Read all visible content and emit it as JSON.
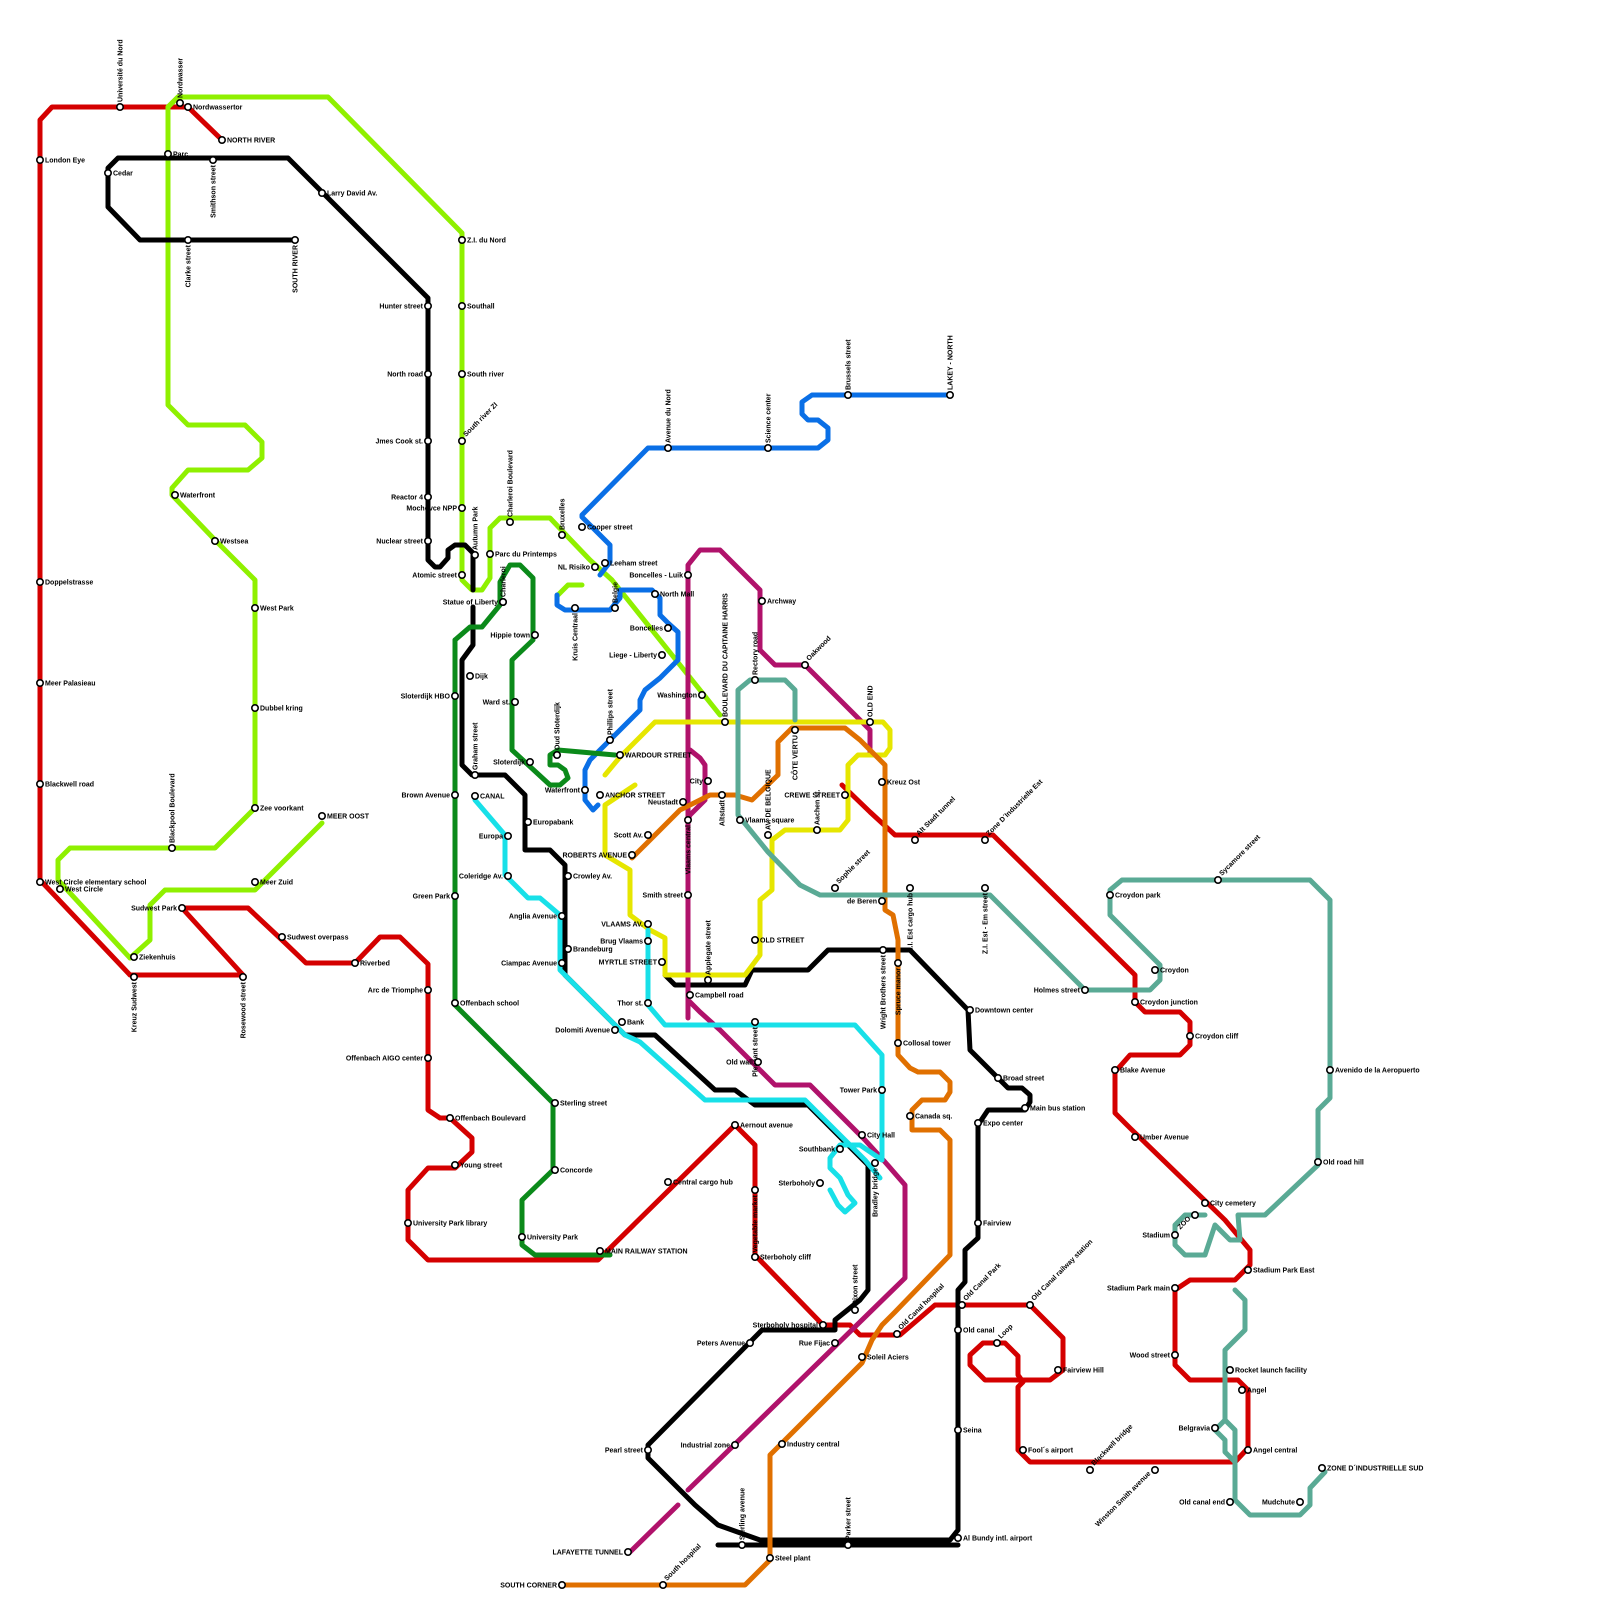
{
  "lines": [
    {
      "id": "red",
      "color": "#d40000"
    },
    {
      "id": "lime",
      "color": "#8ff000"
    },
    {
      "id": "black",
      "color": "#000000"
    },
    {
      "id": "blue",
      "color": "#0a6fe6"
    },
    {
      "id": "green",
      "color": "#0b8a1a"
    },
    {
      "id": "magenta",
      "color": "#b0126b"
    },
    {
      "id": "yellow",
      "color": "#e6e600"
    },
    {
      "id": "orange",
      "color": "#e07000"
    },
    {
      "id": "teal",
      "color": "#5aaa95"
    },
    {
      "id": "cyan",
      "color": "#18e0e8"
    }
  ],
  "stations": [
    {
      "name": "Université du Nord"
    },
    {
      "name": "Nordwasser"
    },
    {
      "name": "Nordwassertor"
    },
    {
      "name": "NORTH RIVER"
    },
    {
      "name": "London Eye"
    },
    {
      "name": "Parc"
    },
    {
      "name": "Cedar"
    },
    {
      "name": "Smithson street"
    },
    {
      "name": "Larry David Av."
    },
    {
      "name": "Clarke street"
    },
    {
      "name": "SOUTH RIVER"
    },
    {
      "name": "Z.I. du Nord"
    },
    {
      "name": "Hunter street"
    },
    {
      "name": "Southall"
    },
    {
      "name": "North road"
    },
    {
      "name": "South river"
    },
    {
      "name": "Jmes Cook st."
    },
    {
      "name": "South river ZI"
    },
    {
      "name": "Reactor 4"
    },
    {
      "name": "Mochovce NPP"
    },
    {
      "name": "Nuclear street"
    },
    {
      "name": "Autumn Park"
    },
    {
      "name": "Atomic street"
    },
    {
      "name": "Statue of Liberty"
    },
    {
      "name": "Waterfront"
    },
    {
      "name": "Westsea"
    },
    {
      "name": "Doppelstrasse"
    },
    {
      "name": "West Park"
    },
    {
      "name": "Meer Palasieau"
    },
    {
      "name": "Dubbel kring"
    },
    {
      "name": "Blackwell road"
    },
    {
      "name": "Blackpool Boulevard"
    },
    {
      "name": "Zee voorkant"
    },
    {
      "name": "MEER OOST"
    },
    {
      "name": "West Circle elementary school"
    },
    {
      "name": "West Circle"
    },
    {
      "name": "Meer Zuid"
    },
    {
      "name": "Sudwest Park"
    },
    {
      "name": "Sudwest overpass"
    },
    {
      "name": "Ziekenhuis"
    },
    {
      "name": "Kreuz Sudwest"
    },
    {
      "name": "Rosewood street"
    },
    {
      "name": "Riverbed"
    },
    {
      "name": "Arc de Triomphe"
    },
    {
      "name": "Offenbach AIGO center"
    },
    {
      "name": "Offenbach Boulevard"
    },
    {
      "name": "Young street"
    },
    {
      "name": "University Park library"
    },
    {
      "name": "Charleroi Boulevard"
    },
    {
      "name": "Bruxelles"
    },
    {
      "name": "Parc du Printemps"
    },
    {
      "name": "Charleroi"
    },
    {
      "name": "Hippie town"
    },
    {
      "name": "Dijk"
    },
    {
      "name": "Sloterdijk HBO"
    },
    {
      "name": "Ward st."
    },
    {
      "name": "Graham street"
    },
    {
      "name": "Sloterdijk"
    },
    {
      "name": "Oud Sloterdijk"
    },
    {
      "name": "Brown Avenue"
    },
    {
      "name": "CANAL"
    },
    {
      "name": "Europabank"
    },
    {
      "name": "Europa"
    },
    {
      "name": "Coleridge Av."
    },
    {
      "name": "Crowley Av."
    },
    {
      "name": "Green Park"
    },
    {
      "name": "Anglia Avenue"
    },
    {
      "name": "Brandeburg"
    },
    {
      "name": "Ciampac Avenue"
    },
    {
      "name": "Offenbach school"
    },
    {
      "name": "Sterling street"
    },
    {
      "name": "Concorde"
    },
    {
      "name": "University Park"
    },
    {
      "name": "MAIN RAILWAY STATION"
    },
    {
      "name": "Central cargo hub"
    },
    {
      "name": "Cooper street"
    },
    {
      "name": "NL Risiko"
    },
    {
      "name": "Leeham street"
    },
    {
      "name": "Avenue du Nord"
    },
    {
      "name": "Science center"
    },
    {
      "name": "Brussels street"
    },
    {
      "name": "LAKEY - NORTH"
    },
    {
      "name": "Kruis Centraal"
    },
    {
      "name": "Belgie"
    },
    {
      "name": "North Mall"
    },
    {
      "name": "Boncelles"
    },
    {
      "name": "Liege - Liberty"
    },
    {
      "name": "Boncelles - Luik"
    },
    {
      "name": "Archway"
    },
    {
      "name": "Rectory road"
    },
    {
      "name": "Oakwood"
    },
    {
      "name": "OLD END"
    },
    {
      "name": "Washington"
    },
    {
      "name": "BOULEVARD DU CAPITAINE HARRIS"
    },
    {
      "name": "CÔTE VERTU"
    },
    {
      "name": "Phillips street"
    },
    {
      "name": "WARDOUR STREET"
    },
    {
      "name": "Waterfront"
    },
    {
      "name": "ANCHOR STREET"
    },
    {
      "name": "Neustadt"
    },
    {
      "name": "City"
    },
    {
      "name": "Altstadt"
    },
    {
      "name": "CREWE STREET"
    },
    {
      "name": "Kreuz Ost"
    },
    {
      "name": "Vlaams square"
    },
    {
      "name": "Aachen st."
    },
    {
      "name": "Alt Stadt tunnel"
    },
    {
      "name": "Zone D´Industrielle Est"
    },
    {
      "name": "Scott Av."
    },
    {
      "name": "ROBERTS AVENUE"
    },
    {
      "name": "Vlaams central"
    },
    {
      "name": "AV. DE BELGIQUE"
    },
    {
      "name": "Sophie street"
    },
    {
      "name": "Z.I. Est cargo hub"
    },
    {
      "name": "Z.I. Est - Em street"
    },
    {
      "name": "de Beren"
    },
    {
      "name": "Smith street"
    },
    {
      "name": "VLAAMS AV."
    },
    {
      "name": "Brug Vlaams"
    },
    {
      "name": "OLD STREET"
    },
    {
      "name": "Applegate street"
    },
    {
      "name": "MYRTLE STREET"
    },
    {
      "name": "Campbell road"
    },
    {
      "name": "Wright Brothers street"
    },
    {
      "name": "Spruce manor"
    },
    {
      "name": "Thor st."
    },
    {
      "name": "Bank"
    },
    {
      "name": "Dolomiti Avenue"
    },
    {
      "name": "Pleasant street"
    },
    {
      "name": "Old wall"
    },
    {
      "name": "Downtown center"
    },
    {
      "name": "Collosal tower"
    },
    {
      "name": "Broad street"
    },
    {
      "name": "Tower Park"
    },
    {
      "name": "Main bus station"
    },
    {
      "name": "Canada sq."
    },
    {
      "name": "Expo center"
    },
    {
      "name": "City Hall"
    },
    {
      "name": "Southbank"
    },
    {
      "name": "Sterboholy"
    },
    {
      "name": "Bradley bridge"
    },
    {
      "name": "Aernout avenue"
    },
    {
      "name": "Vegetable market"
    },
    {
      "name": "Sterboholy cliff"
    },
    {
      "name": "Fairview"
    },
    {
      "name": "Dixon street"
    },
    {
      "name": "Sterboholy hospital"
    },
    {
      "name": "Old Canal hospital"
    },
    {
      "name": "Old Canal Park"
    },
    {
      "name": "Old Canal railway station"
    },
    {
      "name": "Peters Avenue"
    },
    {
      "name": "Rue Fijac"
    },
    {
      "name": "Soleil Aciers"
    },
    {
      "name": "Old canal"
    },
    {
      "name": "Loop"
    },
    {
      "name": "Fairview Hill"
    },
    {
      "name": "Pearl street"
    },
    {
      "name": "Industrial zone"
    },
    {
      "name": "Industry central"
    },
    {
      "name": "Seina"
    },
    {
      "name": "Fool´s airport"
    },
    {
      "name": "Blackwell bridge"
    },
    {
      "name": "Winston Smith avenue"
    },
    {
      "name": "Sterling avenue"
    },
    {
      "name": "Parker street"
    },
    {
      "name": "Al Bundy intl. airport"
    },
    {
      "name": "LAFAYETTE TUNNEL"
    },
    {
      "name": "Steel plant"
    },
    {
      "name": "South hospital"
    },
    {
      "name": "SOUTH CORNER"
    },
    {
      "name": "Sycamore street"
    },
    {
      "name": "Croydon park"
    },
    {
      "name": "Croydon"
    },
    {
      "name": "Holmes street"
    },
    {
      "name": "Croydon junction"
    },
    {
      "name": "Croydon cliff"
    },
    {
      "name": "Blake Avenue"
    },
    {
      "name": "Avenido de la Aeropuerto"
    },
    {
      "name": "Umber Avenue"
    },
    {
      "name": "Old road hill"
    },
    {
      "name": "City cemetery"
    },
    {
      "name": "ZOO"
    },
    {
      "name": "Stadium"
    },
    {
      "name": "Stadium Park East"
    },
    {
      "name": "Stadium Park main"
    },
    {
      "name": "Wood street"
    },
    {
      "name": "Rocket launch facility"
    },
    {
      "name": "Angel"
    },
    {
      "name": "Belgravia"
    },
    {
      "name": "Angel central"
    },
    {
      "name": "ZONE D´INDUSTRIELLE SUD"
    },
    {
      "name": "Old canal end"
    },
    {
      "name": "Mudchute"
    }
  ]
}
